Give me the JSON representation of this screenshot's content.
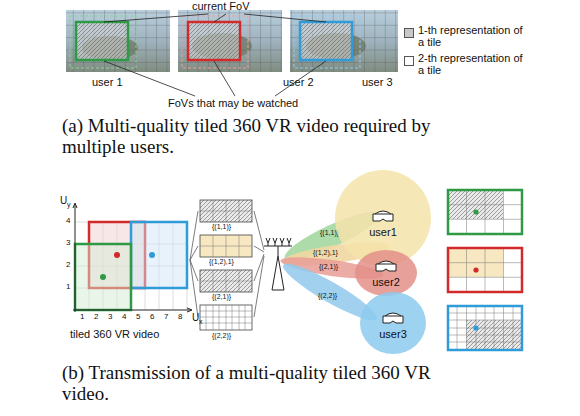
{
  "diagram": {
    "nodes": [
      {
        "text": [
          "user1"
        ]
      },
      {
        "text": [
          "user2"
        ]
      },
      {
        "text": [
          "user3"
        ]
      }
    ],
    "labels": [
      "current FoV",
      "user 1",
      "user 2",
      "user 3",
      "FoVs that may be watched",
      "(a) Multi-quality tiled 360 VR video required by multiple users.",
      "U",
      "y",
      "4",
      "3",
      "2",
      "1",
      "1",
      "2",
      "3",
      "4",
      "5",
      "6",
      "7",
      "8",
      "U",
      "x",
      "tiled 360 VR video",
      "{(1,1)}",
      "{(1,2),1}",
      "{(2,1)}",
      "{(2,2)}",
      "{(1,1)}",
      "{(1,2),1}",
      "{(2,1)}",
      "{(2,2)}",
      "(b) Transmission of a multi-quality tiled 360 VR video."
    ],
    "legend": [
      {
        "text": "1-th representation of a tile",
        "color": "#c8c8c8"
      },
      {
        "text": "2-th representation of a tile",
        "color": "#ffffff"
      }
    ]
  }
}
